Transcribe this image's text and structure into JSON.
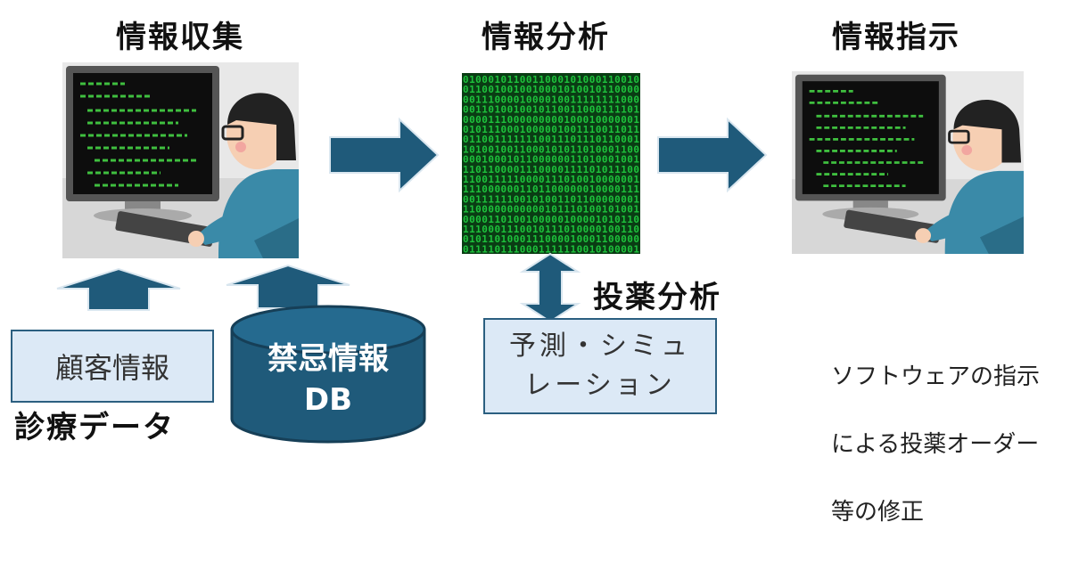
{
  "titles": {
    "collect": "情報収集",
    "analyze": "情報分析",
    "instruct": "情報指示"
  },
  "sources": {
    "customer": "顧客情報",
    "contraindication_line1": "禁忌情報",
    "contraindication_line2": "DB",
    "caption": "診療データ"
  },
  "analysis": {
    "label": "投薬分析",
    "simulation_line1": "予測・シミュ",
    "simulation_line2": "レーション"
  },
  "note": {
    "line1": "ソフトウェアの指示",
    "line2": "による投薬オーダー",
    "line3": "等の修正"
  },
  "colors": {
    "arrow": "#1f5a7a",
    "arrow_stroke": "#d9e6ef",
    "box_fill": "#dce9f6",
    "db_fill": "#1f5a7a",
    "matrix_green": "#1ec23c"
  },
  "icons": [
    "person-at-computer-icon",
    "binary-matrix-icon",
    "person-at-computer-icon",
    "database-cylinder-icon"
  ]
}
